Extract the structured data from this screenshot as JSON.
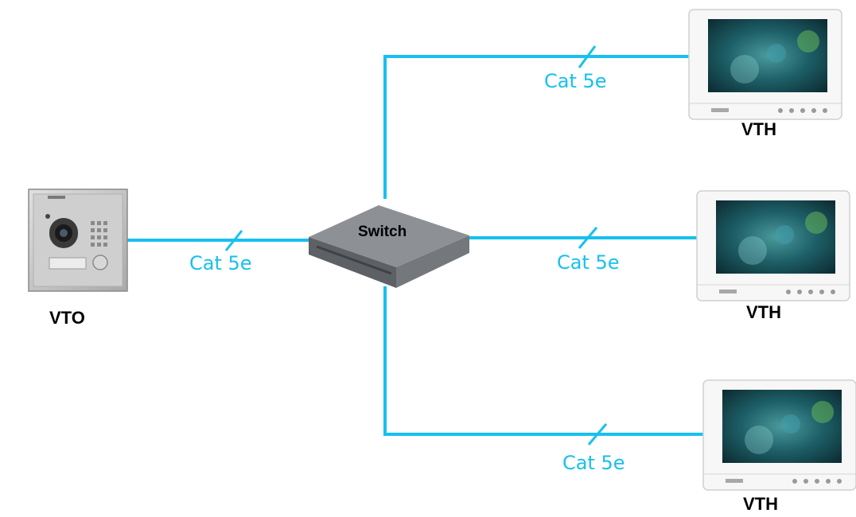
{
  "colors": {
    "cable": "#17c0ee",
    "cable_label": "#17c0ee",
    "label_text": "#000000",
    "switch_body": "#6f7378",
    "switch_top": "#8d9196",
    "vto_panel": "#c9c9c9",
    "vth_frame": "#f4f4f4",
    "vth_screen": "#16494f"
  },
  "devices": {
    "vto": {
      "label": "VTO",
      "icon": "door-station-icon"
    },
    "switch": {
      "label": "Switch",
      "icon": "network-switch-icon"
    },
    "vth": [
      {
        "label": "VTH",
        "icon": "indoor-monitor-icon"
      },
      {
        "label": "VTH",
        "icon": "indoor-monitor-icon"
      },
      {
        "label": "VTH",
        "icon": "indoor-monitor-icon"
      }
    ]
  },
  "cables": [
    {
      "label": "Cat 5e"
    },
    {
      "label": "Cat 5e"
    },
    {
      "label": "Cat 5e"
    },
    {
      "label": "Cat 5e"
    }
  ]
}
